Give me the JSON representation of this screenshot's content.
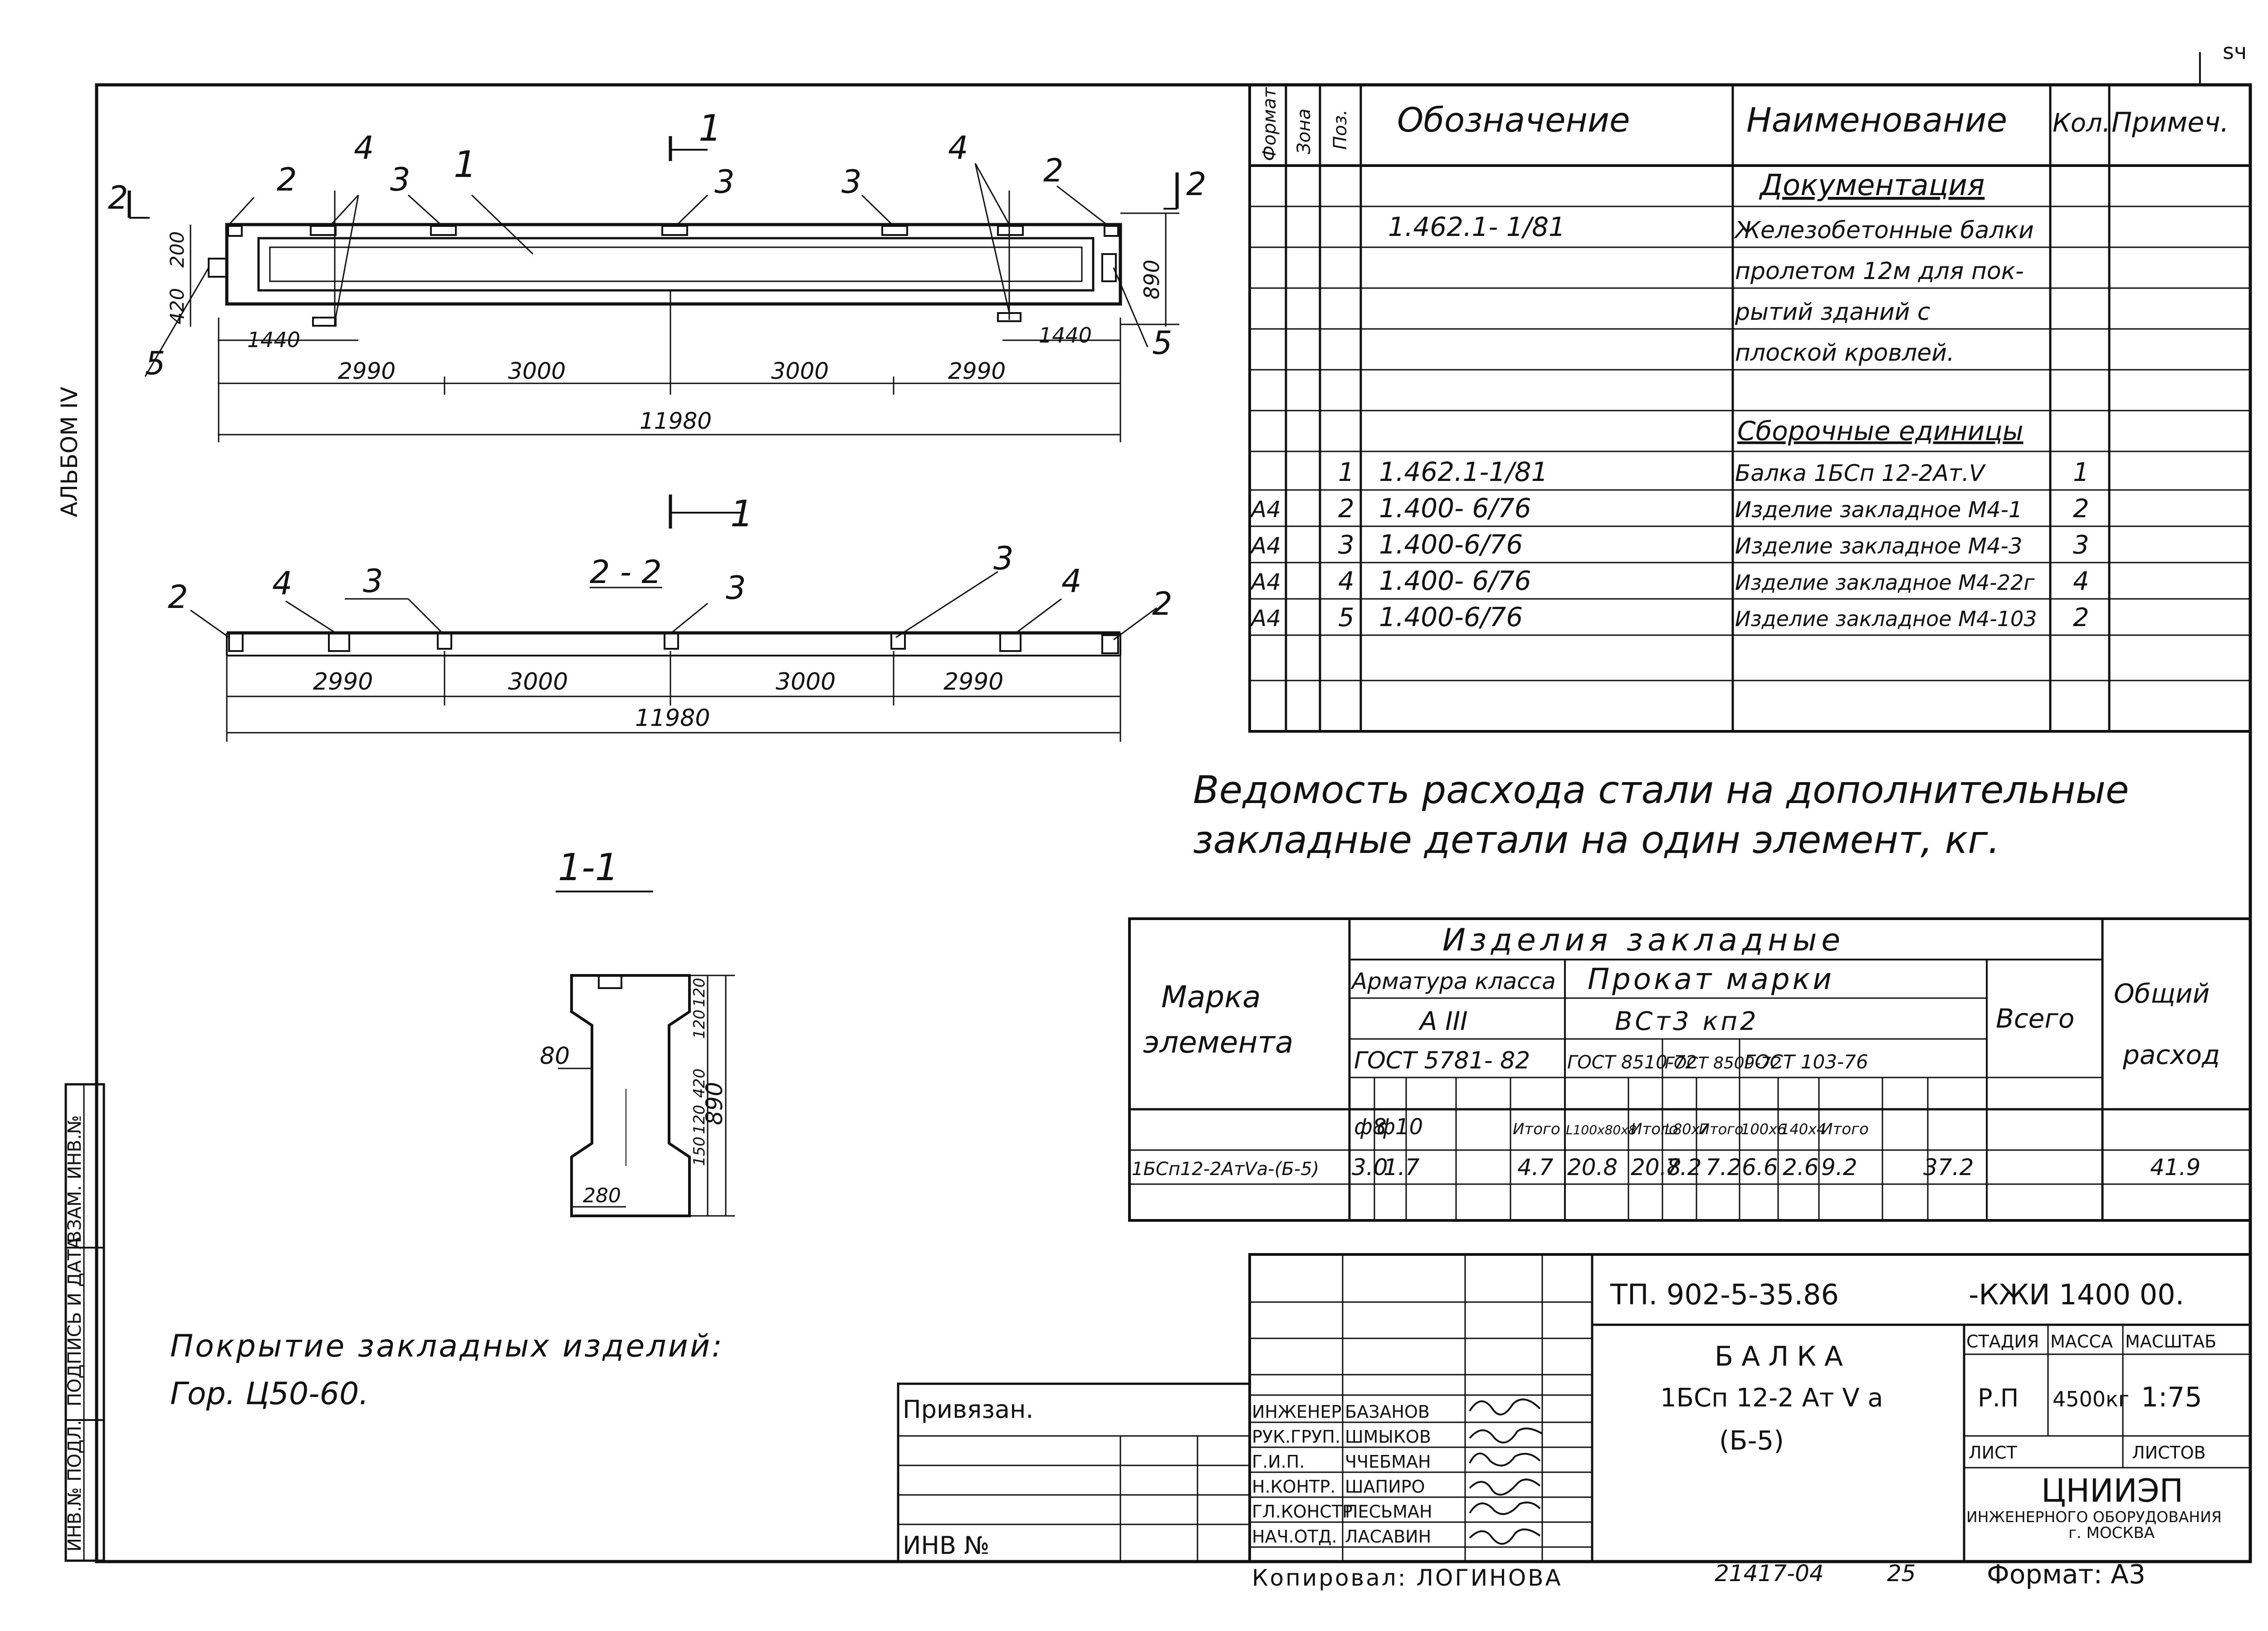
{
  "corner_mark": "ѕч",
  "side_album": "АЛЬБОМ IV",
  "side_stamp_cols": [
    "ИНВ.№ ПОДЛ.",
    "ПОДПИСЬ И ДАТА",
    "ВЗАМ. ИНВ.№"
  ],
  "plan": {
    "section_mark": "1",
    "view_mark": "2",
    "callouts": [
      "1",
      "2",
      "3",
      "4",
      "5"
    ],
    "dims_vertical": [
      "420",
      "200",
      "890"
    ],
    "dims_edge": [
      "1440",
      "1440"
    ],
    "dims_spans": [
      "2990",
      "3000",
      "3000",
      "2990"
    ],
    "dim_total": "11980"
  },
  "section22": {
    "title": "2 - 2",
    "mark": "1",
    "callouts": [
      "2",
      "4",
      "3",
      "3",
      "3",
      "4",
      "2"
    ],
    "dims_spans": [
      "2990",
      "3000",
      "3000",
      "2990"
    ],
    "dim_total": "11980"
  },
  "section11": {
    "title": "1-1",
    "dim_web": "80",
    "dims_right": [
      "150",
      "120",
      "420",
      "120",
      "120",
      "890"
    ],
    "dim_bottom": "280"
  },
  "spec": {
    "headers": [
      "Формат",
      "Зона",
      "Поз.",
      "Обозначение",
      "Наименование",
      "Кол.",
      "Примеч."
    ],
    "sec_docs": "Документация",
    "doc_designation": "1.462.1- 1/81",
    "doc_name_lines": [
      "Железобетонные балки",
      "пролетом 12м для пок-",
      "рытий зданий с",
      "плоской кровлей."
    ],
    "sec_assemblies": "Сборочные единицы",
    "rows": [
      {
        "fmt": "",
        "pos": "1",
        "designation": "1.462.1-1/81",
        "name": "Балка 1БСп 12-2Ат.V",
        "qty": "1"
      },
      {
        "fmt": "А4",
        "pos": "2",
        "designation": "1.400- 6/76",
        "name": "Изделие закладное М4-1",
        "qty": "2"
      },
      {
        "fmt": "А4",
        "pos": "3",
        "designation": "1.400-6/76",
        "name": "Изделие закладное М4-3",
        "qty": "3"
      },
      {
        "fmt": "А4",
        "pos": "4",
        "designation": "1.400- 6/76",
        "name": "Изделие закладное М4-22г",
        "qty": "4"
      },
      {
        "fmt": "А4",
        "pos": "5",
        "designation": "1.400-6/76",
        "name": "Изделие закладное М4-103",
        "qty": "2"
      }
    ]
  },
  "steel": {
    "title_lines": [
      "Ведомость расхода стали на дополнительные",
      "закладные детали на один элемент, кг."
    ],
    "h_group": "Изделия закладные",
    "h_mark": [
      "Марка",
      "элемента"
    ],
    "h_rebar": "Арматура класса",
    "h_rebar_class": "A III",
    "h_rebar_gost": "ГОСТ 5781- 82",
    "h_rolled": "Прокат марки",
    "h_rolled_grade": "ВСт3 кп2",
    "h_gosts": [
      "ГОСТ 8510-72",
      "ГОСТ 8509-72",
      "ГОСТ 103-76"
    ],
    "h_total": "Всего",
    "h_overall": [
      "Общий",
      "расход"
    ],
    "subheads": [
      "ф8",
      "ф10",
      "Итого",
      "L100x80x8",
      "Итого",
      "L80x7",
      "Итого",
      "100x6",
      "140x4",
      "Итого"
    ],
    "row_mark": "1БСп12-2АтVа-(Б-5)",
    "row_values": [
      "3.0",
      "1.7",
      "4.7",
      "20.8",
      "20.8",
      "7.2",
      "7.2",
      "6.6",
      "2.6",
      "9.2"
    ],
    "row_total": "37.2",
    "row_overall": "41.9"
  },
  "coating_lines": [
    "Покрытие закладных изделий:",
    "Гор. Ц50-60."
  ],
  "title_block": {
    "code": "ТП. 902-5-35.86",
    "code_suffix": "-КЖИ 1400 00.",
    "bound_label": "Привязан.",
    "inv_label": "ИНВ №",
    "name_lines": [
      "БАЛКА",
      "1БСп 12-2 Ат V а",
      "(Б-5)"
    ],
    "h_stage": "СТАДИЯ",
    "h_mass": "МАССА",
    "h_scale": "МАСШТАБ",
    "stage": "Р.П",
    "mass": "4500кг",
    "scale": "1:75",
    "sheet_label": "ЛИСТ",
    "sheets_label": "ЛИСТОВ",
    "org_lines": [
      "ЦНИИЭП",
      "ИНЖЕНЕРНОГО ОБОРУДОВАНИЯ",
      "г. МОСКВА"
    ],
    "people": [
      {
        "role": "ИНЖЕНЕР",
        "name": "БАЗАНОВ"
      },
      {
        "role": "РУК.ГРУП.",
        "name": "ШМЫКОВ"
      },
      {
        "role": "Г.И.П.",
        "name": "ЧЧЕБМАН"
      },
      {
        "role": "Н.КОНТР.",
        "name": "ШАПИРО"
      },
      {
        "role": "ГЛ.КОНСТР.",
        "name": "ПЕСЬМАН"
      },
      {
        "role": "НАЧ.ОТД.",
        "name": "ЛАСАВИН"
      }
    ],
    "copied": "Копировал: ЛОГИНОВА",
    "order_no": "21417-04",
    "page_no": "25",
    "format": "Формат: А3"
  }
}
